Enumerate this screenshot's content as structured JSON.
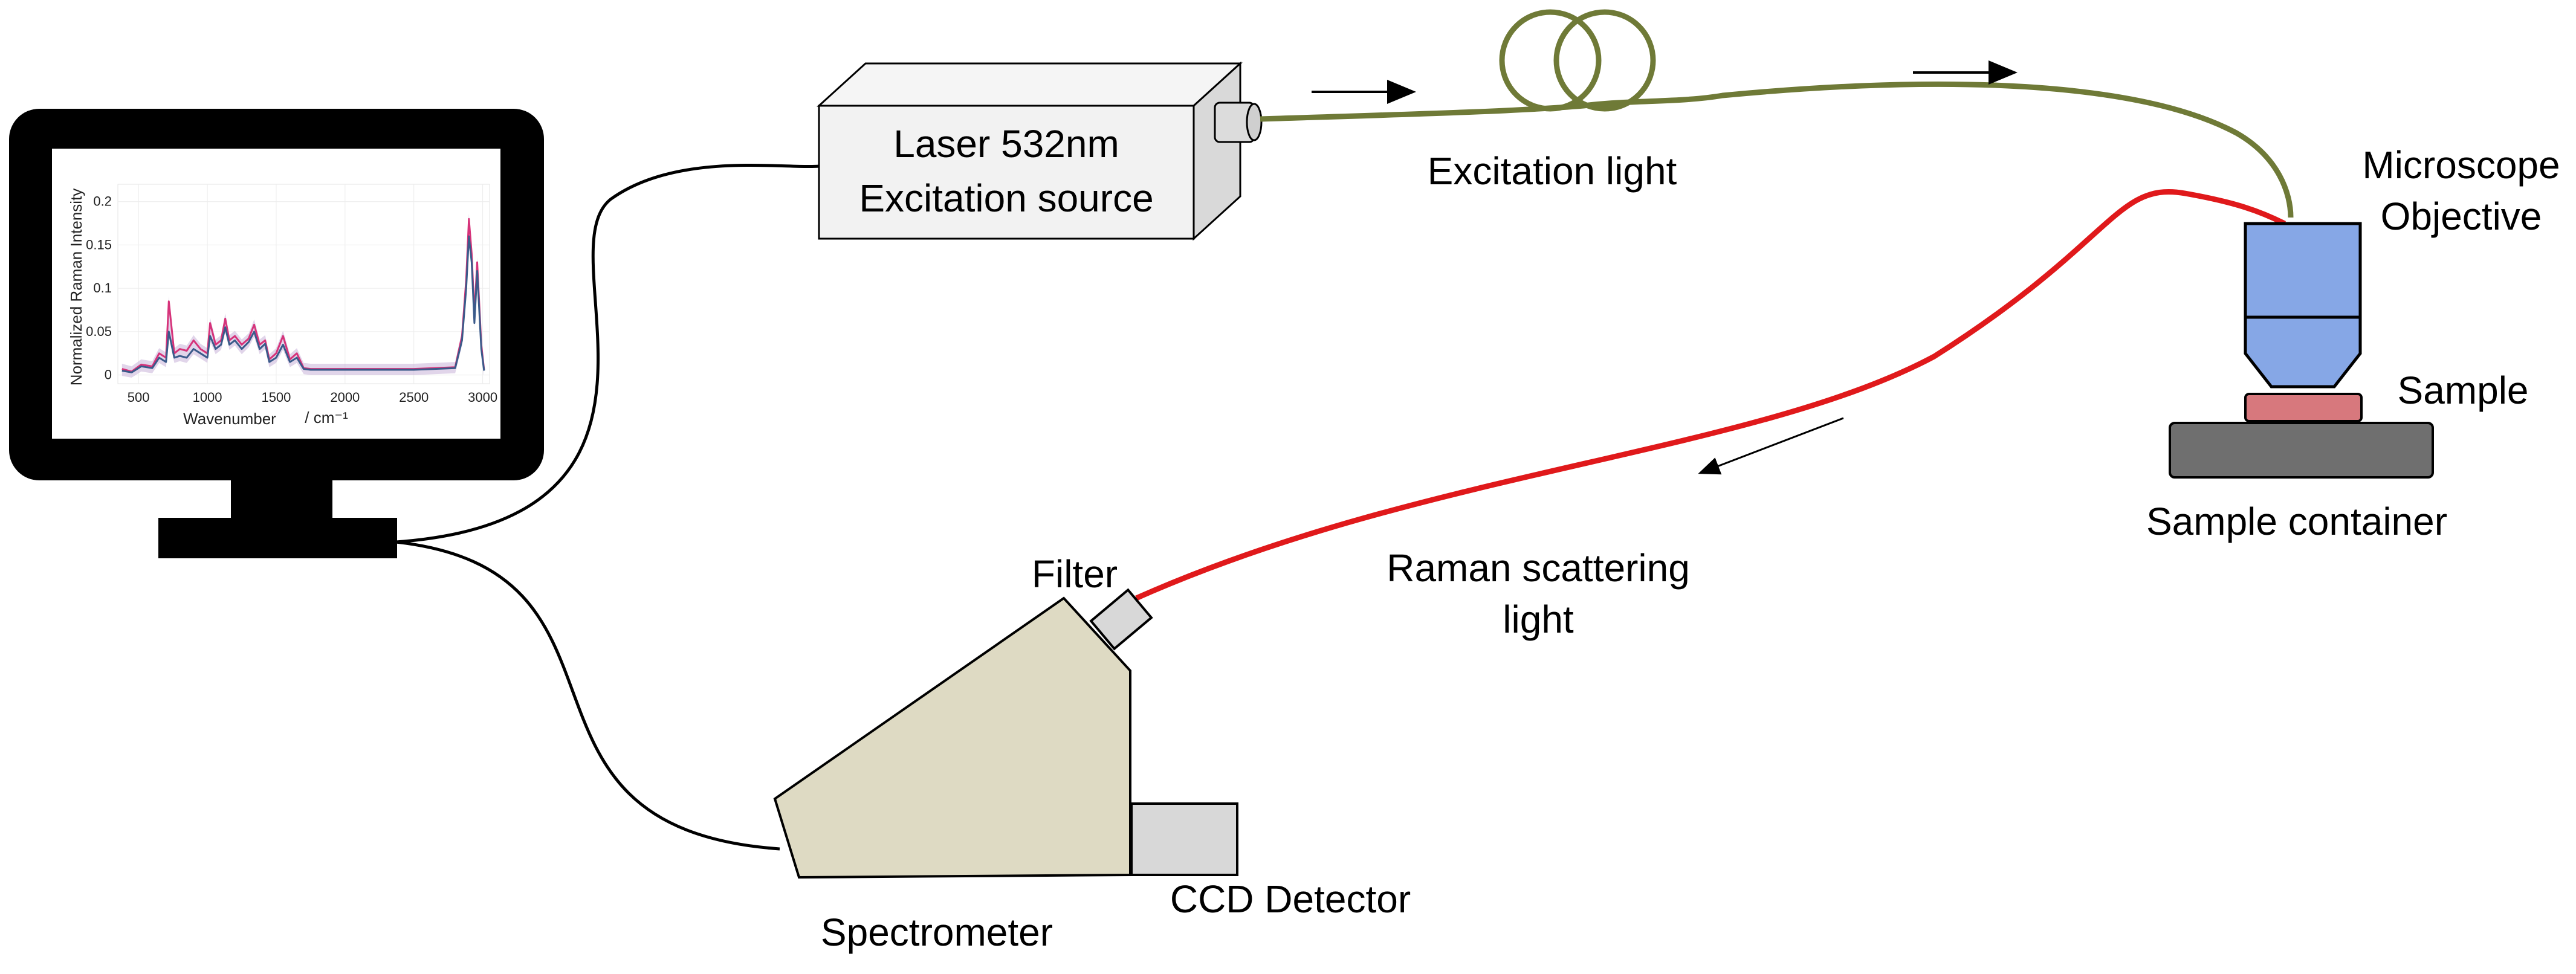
{
  "labels": {
    "laser_line1": "Laser 532nm",
    "laser_line2": "Excitation source",
    "excitation_light": "Excitation light",
    "microscope_line1": "Microscope",
    "microscope_line2": "Objective",
    "sample": "Sample",
    "sample_container": "Sample container",
    "raman_line1": "Raman scattering",
    "raman_line2": "light",
    "filter": "Filter",
    "spectrometer": "Spectrometer",
    "ccd_detector": "CCD Detector"
  },
  "colors": {
    "fiber": "#6f7a37",
    "raman_fiber": "#e0191b",
    "objective": "#86a7e6",
    "sample": "#d7787d",
    "sample_container": "#6f6f6f",
    "spectrometer": "#dedac3",
    "ccd": "#d8d8d8",
    "laser_box": "#f2f2f2",
    "monitor": "#000000",
    "series_blue": "#3a5a8a",
    "series_pink": "#d6337a",
    "band": "#c9b3d9"
  },
  "chart_data": {
    "type": "line",
    "xlabel": "Wavenumber",
    "xlabel_unit": "/ cm⁻¹",
    "ylabel": "Normalized Raman Intensity",
    "xlim": [
      350,
      3050
    ],
    "ylim": [
      -0.01,
      0.22
    ],
    "xticks": [
      "500",
      "1000",
      "1500",
      "2000",
      "2500",
      "3000"
    ],
    "yticks": [
      "0",
      "0.05",
      "0.1",
      "0.15",
      "0.2"
    ],
    "grid": true,
    "series": [
      {
        "x": [
          380,
          450,
          520,
          600,
          650,
          700,
          720,
          760,
          800,
          850,
          900,
          950,
          1000,
          1020,
          1060,
          1100,
          1130,
          1160,
          1200,
          1250,
          1300,
          1340,
          1380,
          1420,
          1450,
          1500,
          1550,
          1600,
          1650,
          1700,
          1750,
          2000,
          2500,
          2800,
          2850,
          2880,
          2900,
          2920,
          2940,
          2960,
          2990,
          3010
        ],
        "y": [
          0.005,
          0.003,
          0.01,
          0.008,
          0.02,
          0.015,
          0.05,
          0.02,
          0.022,
          0.02,
          0.03,
          0.025,
          0.02,
          0.045,
          0.03,
          0.035,
          0.055,
          0.035,
          0.04,
          0.03,
          0.038,
          0.05,
          0.03,
          0.036,
          0.015,
          0.02,
          0.035,
          0.015,
          0.02,
          0.007,
          0.006,
          0.006,
          0.006,
          0.008,
          0.04,
          0.1,
          0.16,
          0.13,
          0.06,
          0.12,
          0.03,
          0.005
        ]
      },
      {
        "x": [
          380,
          450,
          520,
          600,
          650,
          700,
          720,
          760,
          800,
          850,
          900,
          950,
          1000,
          1020,
          1060,
          1100,
          1130,
          1160,
          1200,
          1250,
          1300,
          1340,
          1380,
          1420,
          1450,
          1500,
          1550,
          1600,
          1650,
          1700,
          1750,
          2000,
          2500,
          2800,
          2850,
          2880,
          2900,
          2920,
          2940,
          2960,
          2990,
          3010
        ],
        "y": [
          0.007,
          0.004,
          0.012,
          0.01,
          0.025,
          0.02,
          0.085,
          0.025,
          0.03,
          0.028,
          0.04,
          0.03,
          0.025,
          0.06,
          0.035,
          0.04,
          0.065,
          0.04,
          0.045,
          0.035,
          0.042,
          0.058,
          0.035,
          0.04,
          0.018,
          0.025,
          0.045,
          0.018,
          0.025,
          0.008,
          0.007,
          0.007,
          0.007,
          0.009,
          0.045,
          0.11,
          0.18,
          0.14,
          0.07,
          0.13,
          0.035,
          0.006
        ]
      }
    ]
  }
}
